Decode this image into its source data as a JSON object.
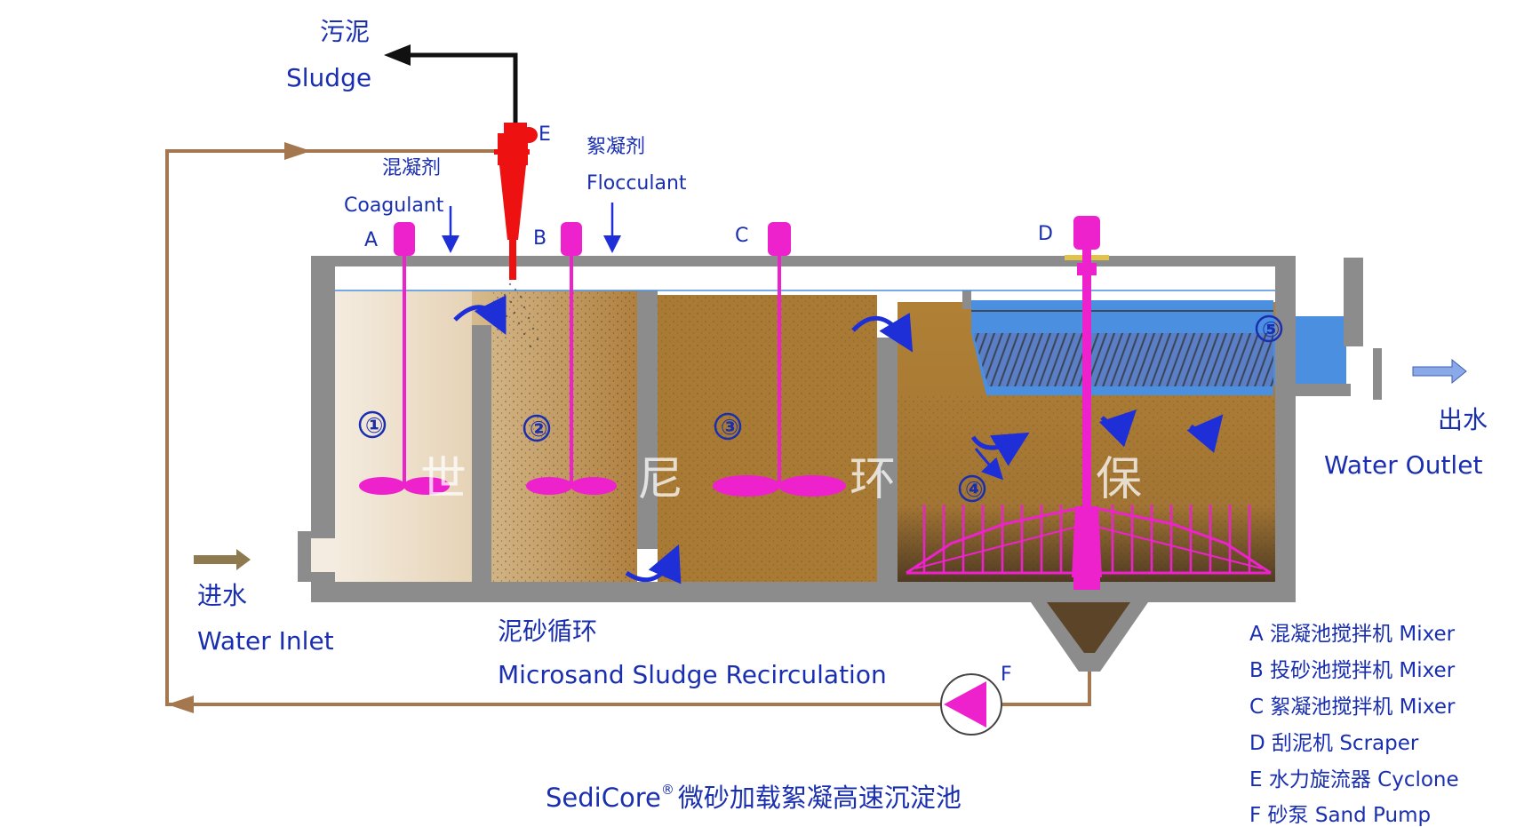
{
  "sludge": {
    "cn": "污泥",
    "en": "Sludge"
  },
  "coagulant": {
    "cn": "混凝剂",
    "en": "Coagulant"
  },
  "flocculant": {
    "cn": "絮凝剂",
    "en": "Flocculant"
  },
  "equipment_letters": {
    "a": "A",
    "b": "B",
    "c": "C",
    "d": "D",
    "e": "E",
    "f": "F"
  },
  "zones": [
    "①",
    "②",
    "③",
    "④",
    "⑤"
  ],
  "watermark": [
    "世",
    "尼",
    "环",
    "保"
  ],
  "inlet": {
    "cn": "进水",
    "en": "Water Inlet"
  },
  "outlet": {
    "cn": "出水",
    "en": "Water Outlet"
  },
  "recirculation": {
    "cn": "泥砂循环",
    "en": "Microsand Sludge Recirculation"
  },
  "title": {
    "brand": "SediCore",
    "reg": "®",
    "cn": "微砂加载絮凝高速沉淀池"
  },
  "legend": [
    "A 混凝池搅拌机 Mixer",
    "B 投砂池搅拌机 Mixer",
    "C 絮凝池搅拌机 Mixer",
    "D 刮泥机 Scraper",
    "E 水力旋流器 Cyclone",
    "F 砂泵 Sand Pump"
  ],
  "colors": {
    "wall": "#8c8c8c",
    "sludge_pipe": "#a5774e",
    "mixer": "#ee22cc",
    "cyclone": "#ee1111",
    "text": "#1a2fb0",
    "water_clear": "#4a8fe0",
    "sand_mix": "#a47a3a",
    "inlet_arrow": "#8e7a4e"
  }
}
